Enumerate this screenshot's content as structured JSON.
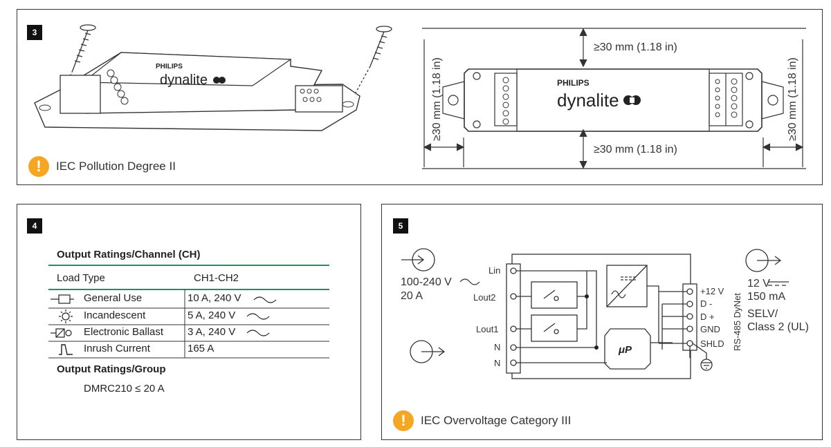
{
  "panel3": {
    "number": "3",
    "brand_top": "PHILIPS",
    "brand_name": "dynalite",
    "dim_top": "≥30 mm (1.18 in)",
    "dim_bottom": "≥30 mm (1.18 in)",
    "dim_left": "≥30 mm (1.18 in)",
    "dim_right": "≥30 mm (1.18 in)",
    "warning": "IEC Pollution Degree II"
  },
  "panel4": {
    "number": "4",
    "title": "Output Ratings/Channel (CH)",
    "col_headers": [
      "Load Type",
      "CH1-CH2"
    ],
    "rows": [
      {
        "icon": "general-use-icon",
        "label": "General Use",
        "rating": "10 A, 240 V"
      },
      {
        "icon": "incandescent-icon",
        "label": "Incandescent",
        "rating": "5 A, 240 V"
      },
      {
        "icon": "electronic-ballast-icon",
        "label": "Electronic Ballast",
        "rating": "3 A, 240 V"
      },
      {
        "icon": "inrush-current-icon",
        "label": "Inrush Current",
        "rating": "165 A"
      }
    ],
    "group_title": "Output Ratings/Group",
    "group_value": "DMRC210 ≤ 20 A",
    "accent": "#1f8f62"
  },
  "panel5": {
    "number": "5",
    "input_voltage": "100-240 V",
    "input_current": "20 A",
    "terminals_left": [
      "Lin",
      "Lout2",
      "Lout1",
      "N",
      "N"
    ],
    "terminals_right": [
      "+12 V",
      "D -",
      "D +",
      "GND",
      "SHLD"
    ],
    "bus_label": "RS-485 DyNet",
    "mcu_label": "μP",
    "out_voltage": "12 V",
    "out_current": "150 mA",
    "out_class_1": "SELV/",
    "out_class_2": "Class 2 (UL)",
    "warning": "IEC Overvoltage Category III",
    "warning_color": "#f5a623"
  }
}
